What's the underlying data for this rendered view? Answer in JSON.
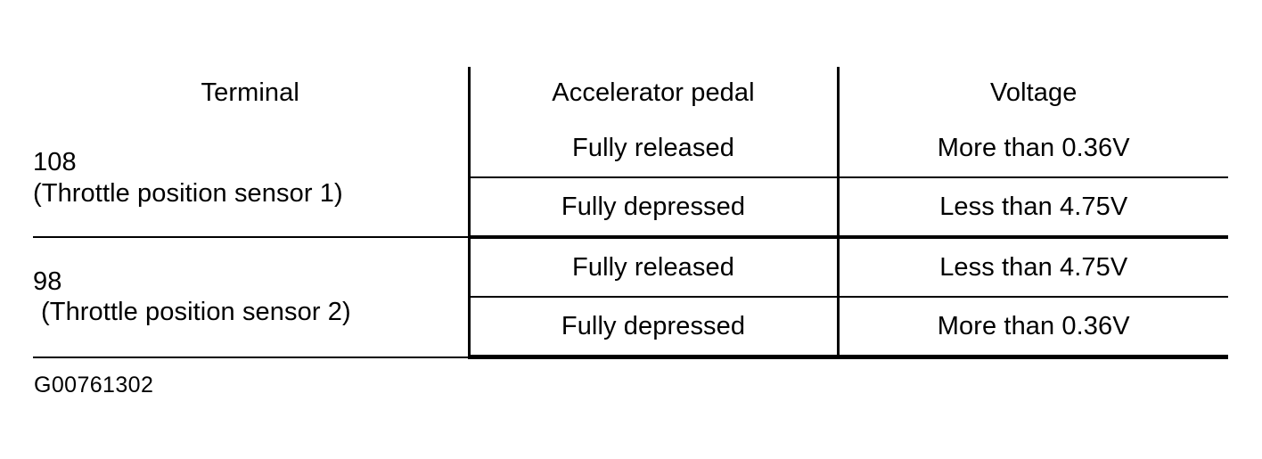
{
  "table": {
    "headers": [
      {
        "label": "Terminal",
        "align": "center"
      },
      {
        "label": "Accelerator pedal",
        "align": "center"
      },
      {
        "label": "Voltage",
        "align": "center"
      }
    ],
    "groups": [
      {
        "terminal_number": "108",
        "terminal_description": "(Throttle position sensor 1)",
        "rows": [
          {
            "pedal": "Fully released",
            "voltage": "More than 0.36V"
          },
          {
            "pedal": "Fully depressed",
            "voltage": "Less than 4.75V"
          }
        ]
      },
      {
        "terminal_number": "98",
        "terminal_description": "(Throttle position sensor 2)",
        "rows": [
          {
            "pedal": "Fully released",
            "voltage": "Less than 4.75V"
          },
          {
            "pedal": "Fully depressed",
            "voltage": "More than 0.36V"
          }
        ]
      }
    ]
  },
  "caption": {
    "figure_id": "G00761302"
  },
  "colors": {
    "ink": "#000000",
    "page": "#ffffff"
  }
}
